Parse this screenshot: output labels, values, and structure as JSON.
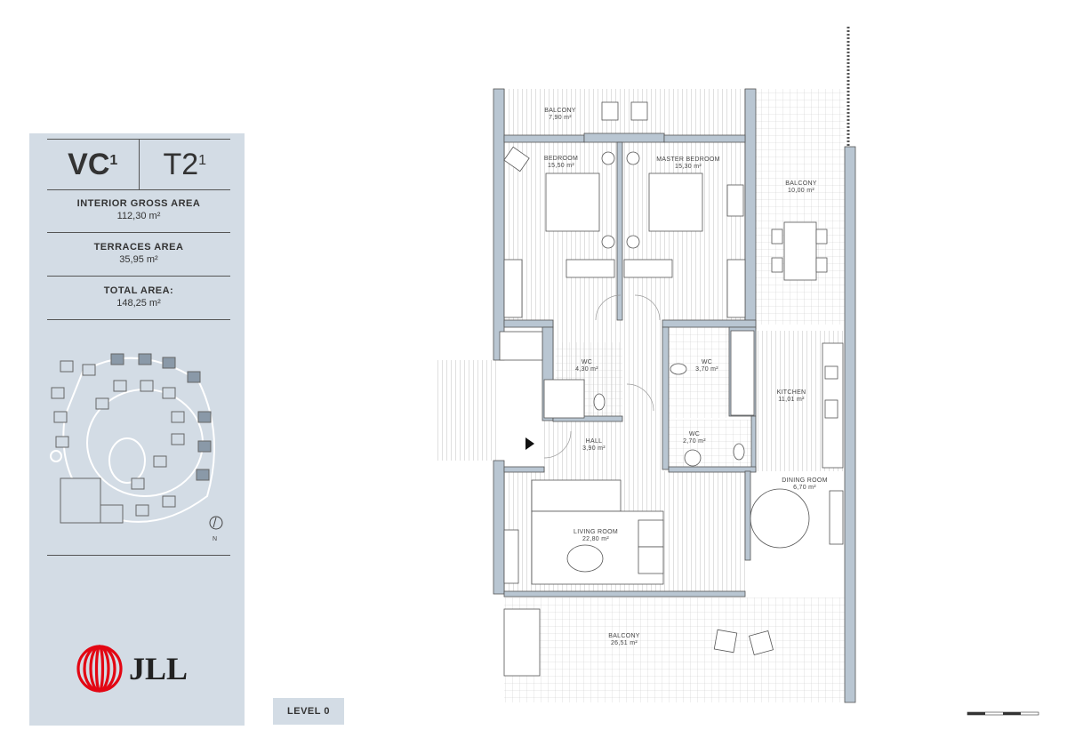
{
  "unit": {
    "block": "VC",
    "block_sup": "1",
    "type": "T2",
    "type_sup": "1"
  },
  "areas": [
    {
      "label": "INTERIOR GROSS AREA",
      "value": "112,30 m²"
    },
    {
      "label": "TERRACES AREA",
      "value": "35,95 m²"
    },
    {
      "label": "TOTAL AREA:",
      "value": "148,25 m²"
    }
  ],
  "site_map": {
    "north_label": "N"
  },
  "logo": {
    "text": "JLL",
    "color": "#e30613"
  },
  "level": "LEVEL 0",
  "rooms": {
    "balcony_top": {
      "name": "BALCONY",
      "area": "7,90 m²"
    },
    "bedroom": {
      "name": "BEDROOM",
      "area": "15,50 m²"
    },
    "master": {
      "name": "MASTER BEDROOM",
      "area": "15,30 m²"
    },
    "balcony_right": {
      "name": "BALCONY",
      "area": "10,00 m²"
    },
    "wc1": {
      "name": "WC",
      "area": "4,30 m²"
    },
    "wc2": {
      "name": "WC",
      "area": "3,70 m²"
    },
    "wc3": {
      "name": "WC",
      "area": "2,70 m²"
    },
    "kitchen": {
      "name": "KITCHEN",
      "area": "11,01 m²"
    },
    "hall": {
      "name": "HALL",
      "area": "3,90 m²"
    },
    "dining": {
      "name": "DINING ROOM",
      "area": "6,70 m²"
    },
    "living": {
      "name": "LIVING ROOM",
      "area": "22,80 m²"
    },
    "balcony_bottom": {
      "name": "BALCONY",
      "area": "26,51 m²"
    }
  },
  "colors": {
    "wall": "#b9c6d2",
    "panel": "#d3dce5",
    "line": "#555555"
  }
}
